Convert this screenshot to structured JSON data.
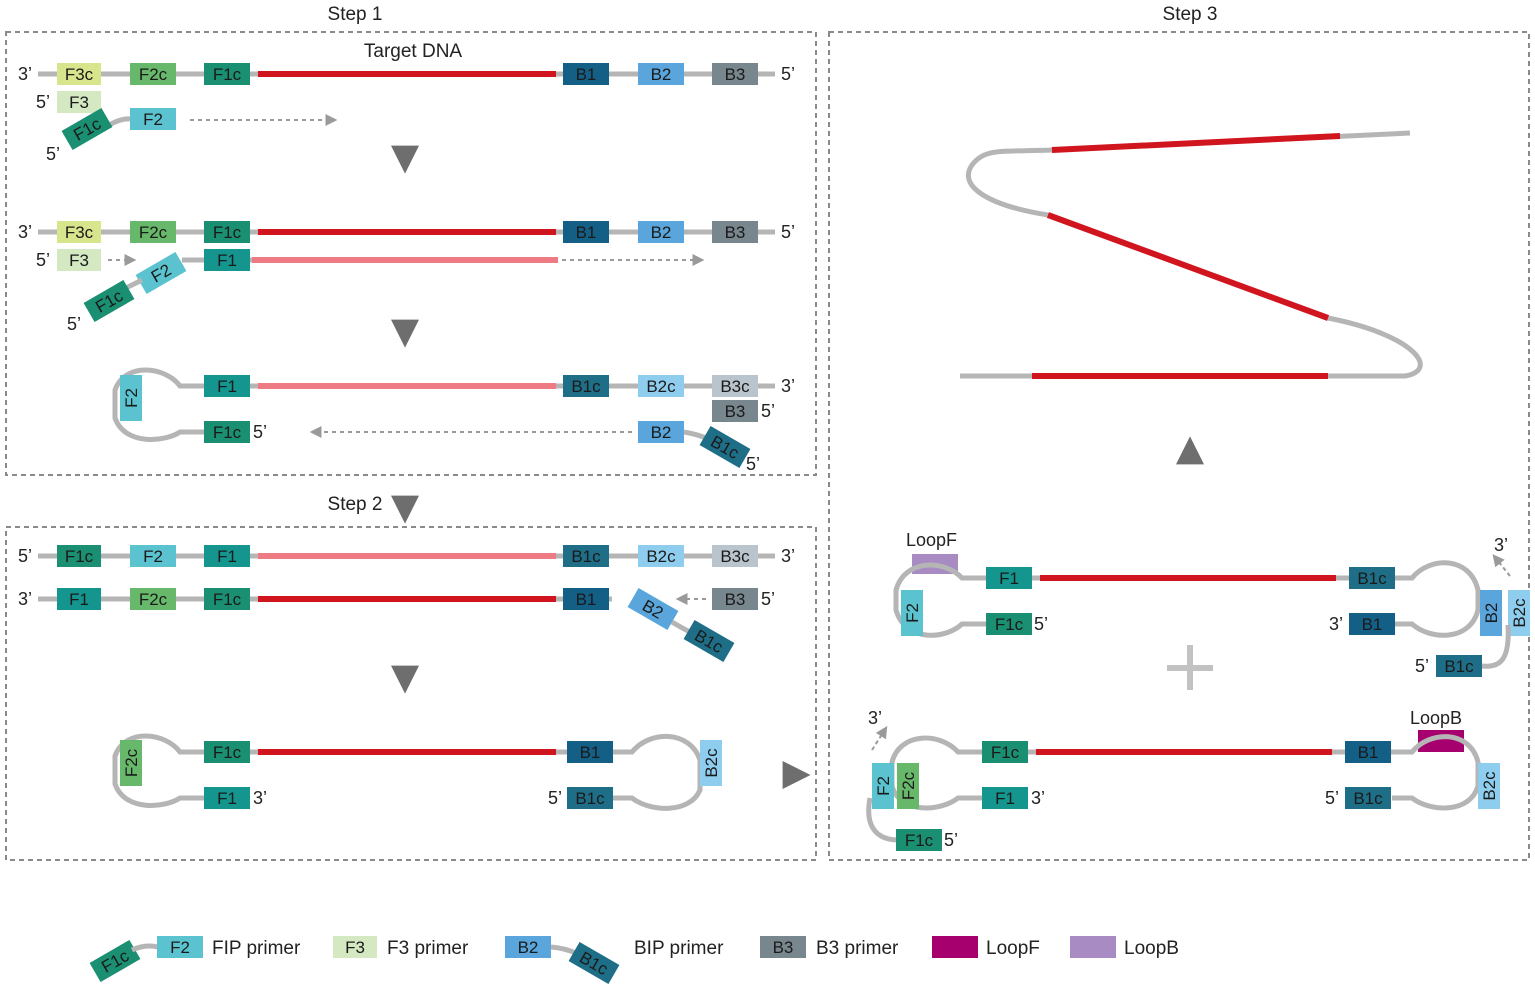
{
  "titles": {
    "step1": "Step 1",
    "step2": "Step 2",
    "step3": "Step 3",
    "target": "Target DNA"
  },
  "ends": {
    "three": "3’",
    "five": "5’"
  },
  "labels": {
    "F3c": "F3c",
    "F2c": "F2c",
    "F1c": "F1c",
    "F3": "F3",
    "F2": "F2",
    "F1": "F1",
    "B1": "B1",
    "B2": "B2",
    "B3": "B3",
    "B1c": "B1c",
    "B2c": "B2c",
    "B3c": "B3c",
    "LoopF": "LoopF",
    "LoopB": "LoopB"
  },
  "legend": {
    "fip": "FIP primer",
    "f3": "F3 primer",
    "bip": "BIP primer",
    "b3": "B3 primer",
    "loopf": "LoopF",
    "loopb": "LoopB"
  },
  "colors": {
    "F3c": "#d9e58c",
    "F3": "#d4e8c2",
    "F2c": "#67b86a",
    "F2": "#5bc3cf",
    "F1c": "#1a8f72",
    "F1": "#14958e",
    "B1": "#145f86",
    "B1c": "#1f6e87",
    "B2": "#5aa6dc",
    "B2c": "#8fcdee",
    "B3": "#78868e",
    "B3c": "#b9c4cc",
    "LoopF": "#a6006e",
    "LoopB": "#a78bc2",
    "strand": "#b5b5b5",
    "target": "#d0151f",
    "target_copy": "#ee7a84",
    "arrow": "#6e6e6e",
    "dash": "#9a9a9a"
  }
}
